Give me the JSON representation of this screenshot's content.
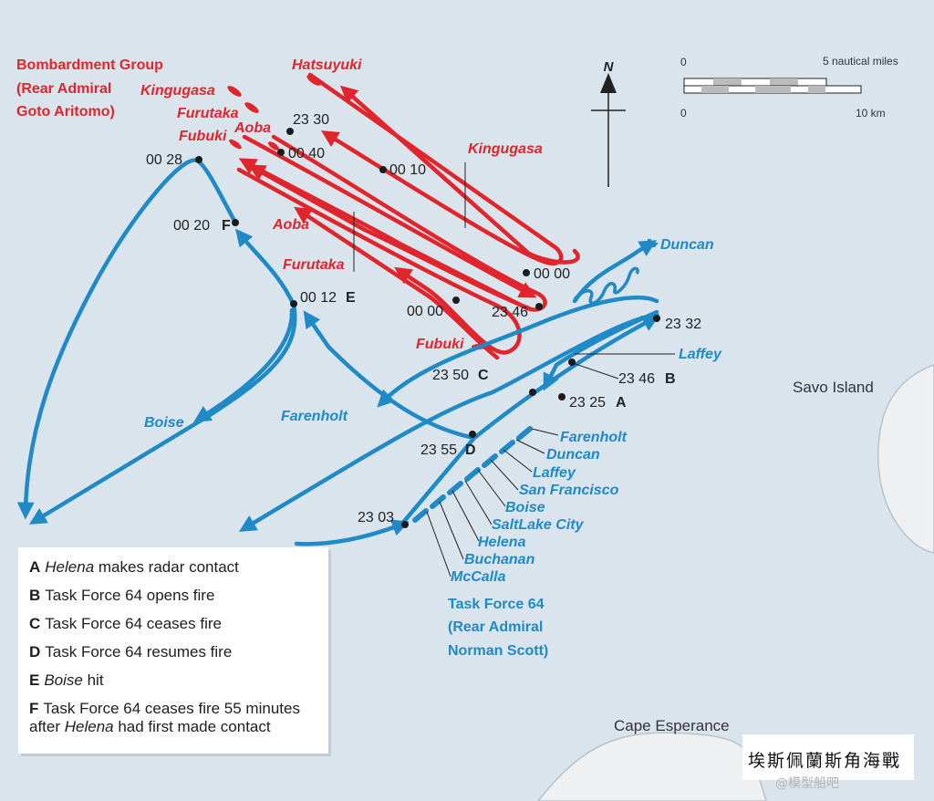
{
  "colors": {
    "water": "#d9e4ec",
    "land": "#eef0f2",
    "japanese": "#e0252c",
    "american": "#1f8ac6",
    "text": "#222222"
  },
  "japanese_group": {
    "title_lines": [
      "Bombardment Group",
      "(Rear Admiral",
      "Goto Aritomo)"
    ],
    "ships": [
      "Hatsuyuki",
      "Kingugasa",
      "Furutaka",
      "Fubuki",
      "Aoba"
    ]
  },
  "american_group": {
    "title_lines": [
      "Task Force 64",
      "(Rear Admiral",
      "Norman Scott)"
    ],
    "ships": [
      "Farenholt",
      "Duncan",
      "Laffey",
      "San Francisco",
      "Boise",
      "SaltLake City",
      "Helena",
      "Buchanan",
      "McCalla"
    ]
  },
  "track_labels": {
    "kingugasa": "Kingugasa",
    "aoba": "Aoba",
    "furutaka": "Furutaka",
    "fubuki": "Fubuki",
    "duncan": "Duncan",
    "laffey": "Laffey",
    "boise": "Boise",
    "farenholt": "Farenholt"
  },
  "times": {
    "t2330": "23 30",
    "t0040": "00 40",
    "t0010": "00 10",
    "t0028": "00 28",
    "t0020": "00 20",
    "t0012": "00 12",
    "t0000a": "00 00",
    "t0000b": "00 00",
    "t2346a": "23 46",
    "t2332": "23 32",
    "t2346b": "23 46",
    "t2350": "23 50",
    "t2325": "23 25",
    "t2355": "23 55",
    "t2303": "23 03"
  },
  "event_keys": {
    "a": "A",
    "b": "B",
    "c": "C",
    "d": "D",
    "e": "E",
    "f": "F"
  },
  "places": {
    "savo": "Savo Island",
    "cape": "Cape Esperance"
  },
  "north": "N",
  "scale": {
    "zero_top": "0",
    "nm": "5 nautical miles",
    "zero_bottom": "0",
    "km": "10 km"
  },
  "legend": [
    {
      "key": "A",
      "parts": [
        {
          "t": "Helena",
          "i": true
        },
        {
          "t": " makes radar contact",
          "i": false
        }
      ]
    },
    {
      "key": "B",
      "parts": [
        {
          "t": "Task Force 64 opens fire",
          "i": false
        }
      ]
    },
    {
      "key": "C",
      "parts": [
        {
          "t": "Task Force 64 ceases fire",
          "i": false
        }
      ]
    },
    {
      "key": "D",
      "parts": [
        {
          "t": "Task Force 64 resumes fire",
          "i": false
        }
      ]
    },
    {
      "key": "E",
      "parts": [
        {
          "t": "Boise",
          "i": true
        },
        {
          "t": " hit",
          "i": false
        }
      ]
    },
    {
      "key": "F",
      "parts": [
        {
          "t": "Task Force 64 ceases fire 55 minutes after ",
          "i": false
        },
        {
          "t": "Helena",
          "i": true
        },
        {
          "t": " had first made contact",
          "i": false
        }
      ]
    }
  ],
  "caption": "埃斯佩蘭斯角海戰",
  "watermark": "@模型船吧"
}
